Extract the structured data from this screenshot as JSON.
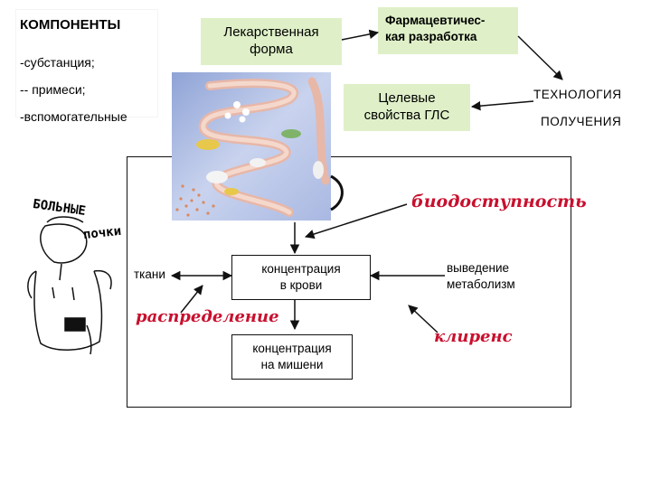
{
  "components": {
    "title": "КОМПОНЕНТЫ",
    "items": [
      "-субстанция;",
      "-- примеси;",
      "-вспомогательные"
    ]
  },
  "dosage_form": {
    "label_line1": "Лекарственная",
    "label_line2": "форма"
  },
  "pharm_dev": {
    "label_line1": "Фармацевтичес-",
    "label_line2": "кая разработка"
  },
  "target_props": {
    "label_line1": "Целевые",
    "label_line2": "свойства ГЛС"
  },
  "technology": {
    "line1": "ТЕХНОЛОГИЯ",
    "line2": "ПОЛУЧЕНИЯ"
  },
  "kidney_sketch": {
    "text1": "БОЛЬНЫЕ",
    "text2": "почки"
  },
  "diagram": {
    "bioavailability": "биодоступность",
    "blood_conc_line1": "концентрация",
    "blood_conc_line2": "в крови",
    "tissues": "ткани",
    "excretion_line1": "выведение",
    "excretion_line2": "метаболизм",
    "distribution": "распределение",
    "clearance": "клиренс",
    "target_conc_line1": "концентрация",
    "target_conc_line2": "на мишени"
  },
  "colors": {
    "box_fill": "#dff0c8",
    "accent_red": "#c8102e"
  }
}
